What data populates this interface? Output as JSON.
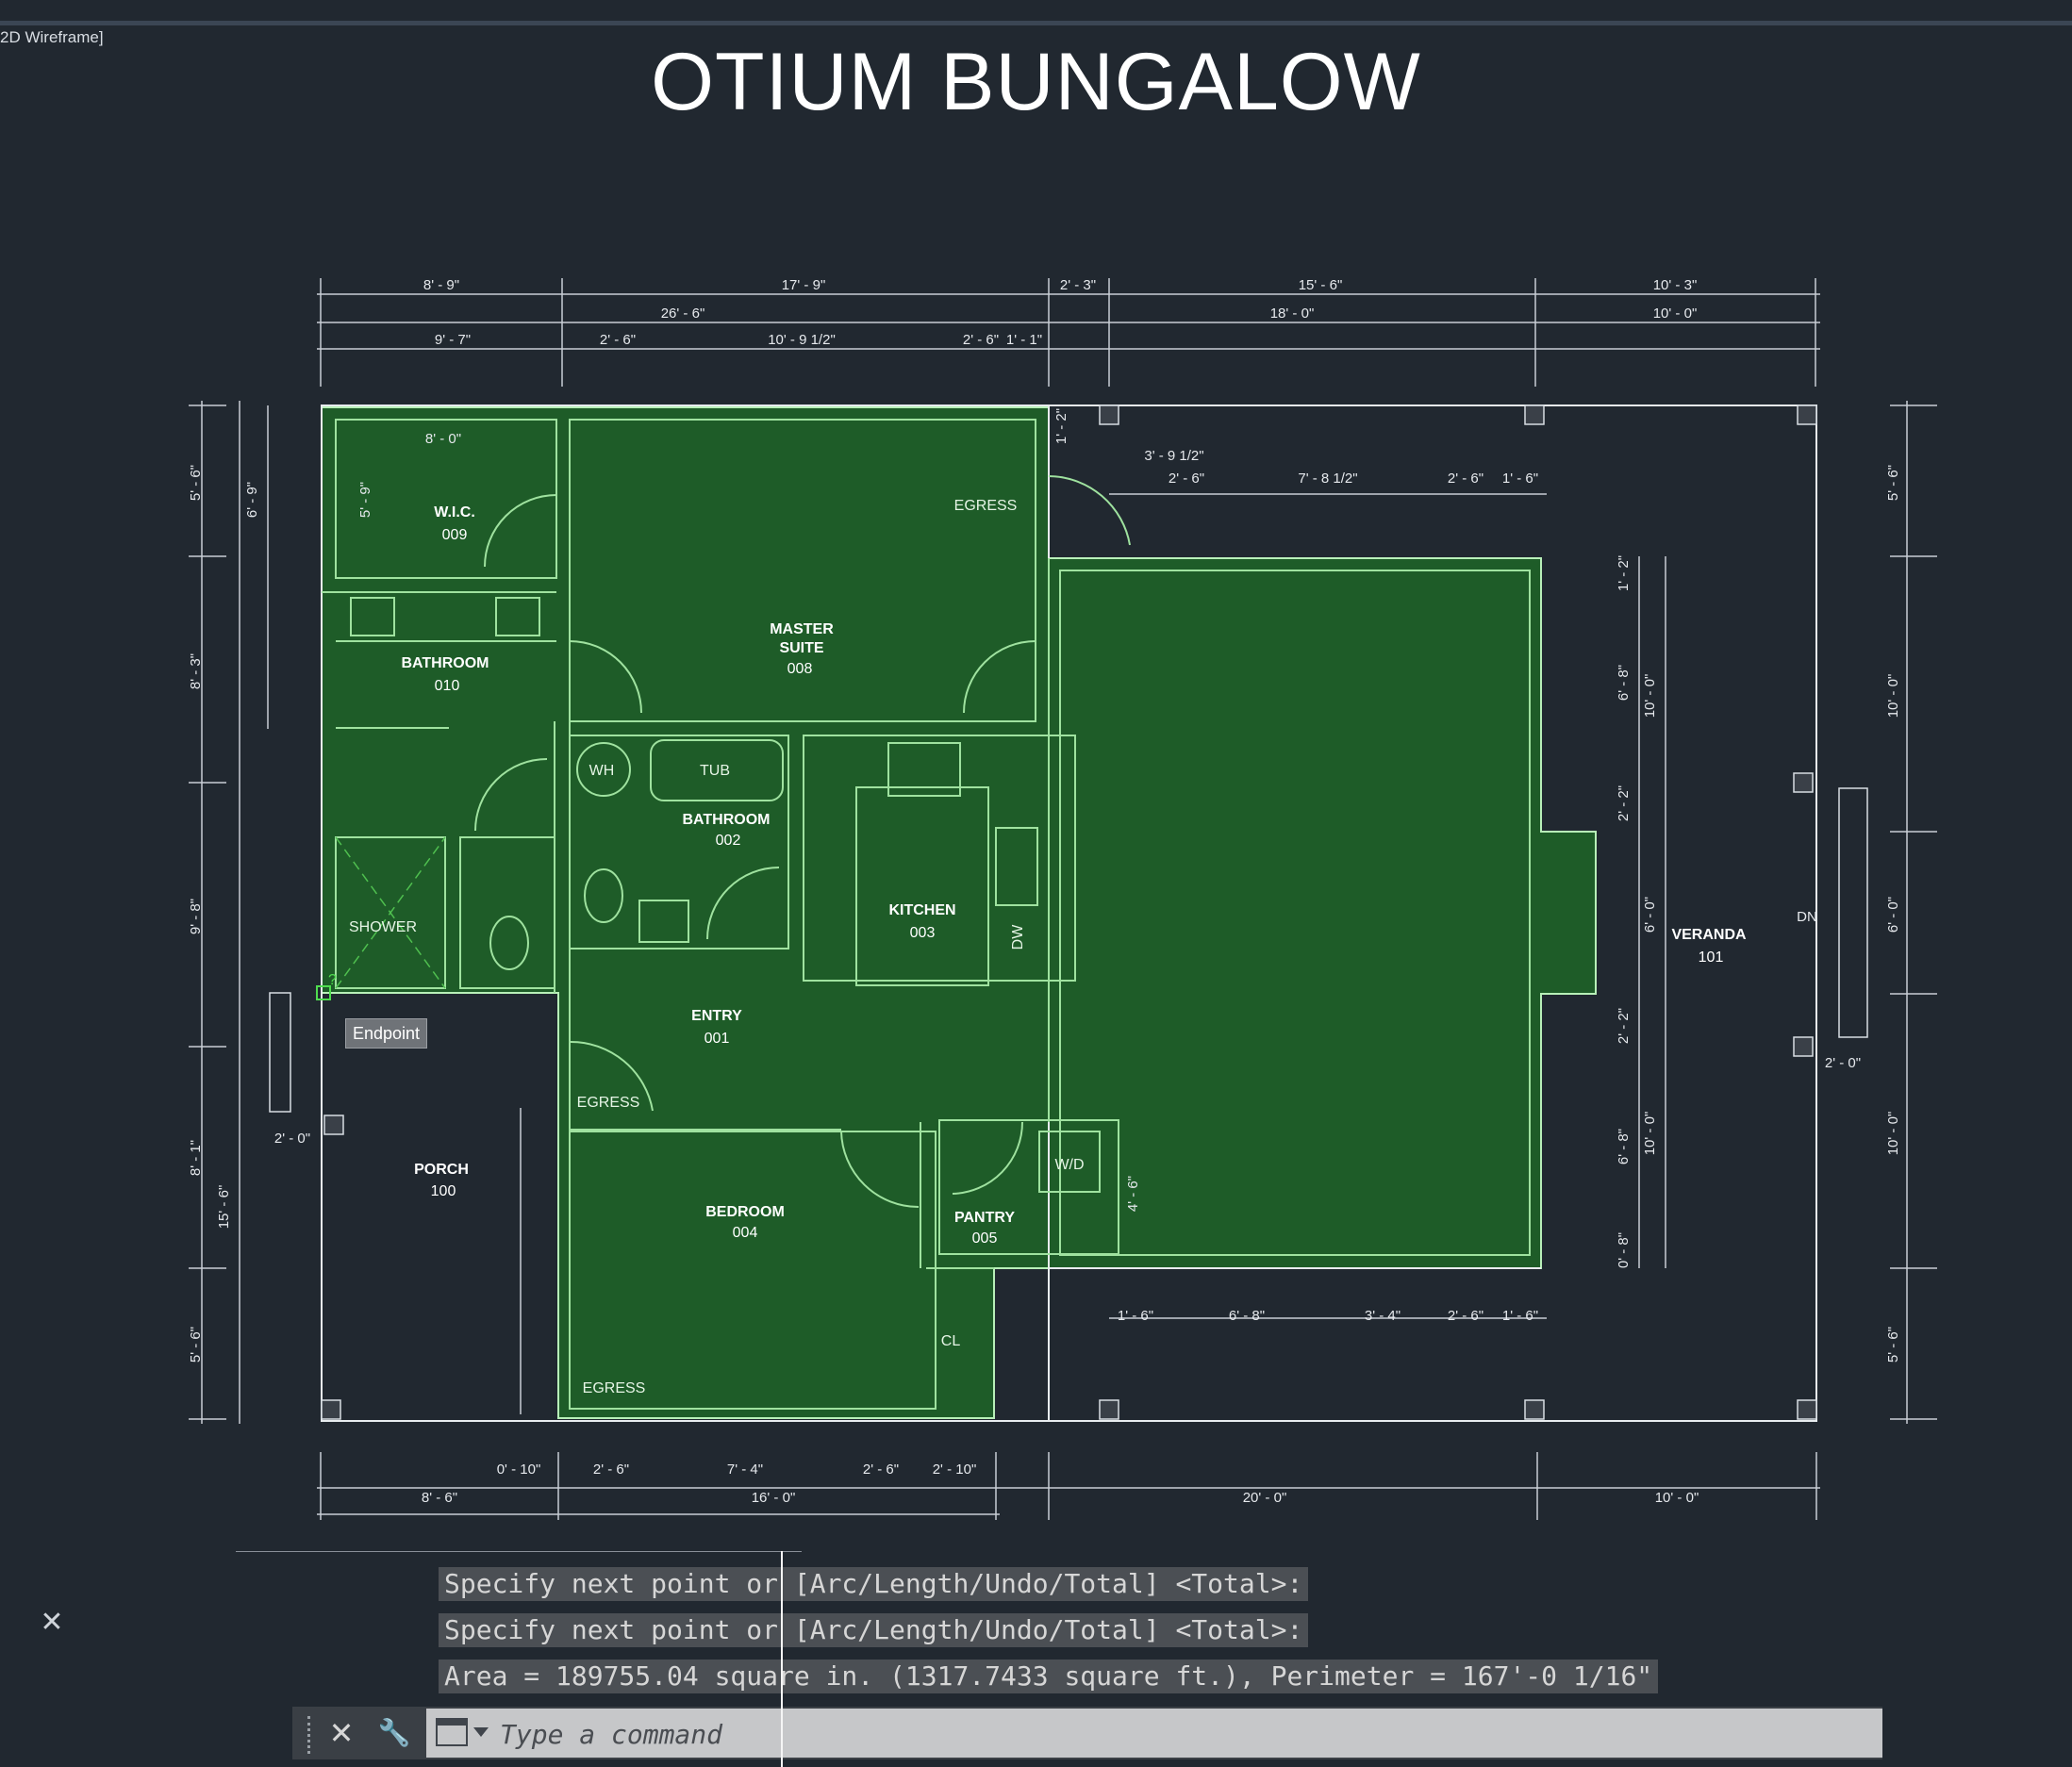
{
  "viewport": {
    "view_label": "2D Wireframe]",
    "title": "OTIUM BUNGALOW"
  },
  "tooltip": {
    "text": "Endpoint",
    "marker": "?"
  },
  "rooms": {
    "wic": {
      "name": "W.I.C.",
      "number": "009"
    },
    "bath010": {
      "name": "BATHROOM",
      "number": "010"
    },
    "master": {
      "name1": "MASTER",
      "name2": "SUITE",
      "number": "008"
    },
    "bath002": {
      "name": "BATHROOM",
      "number": "002"
    },
    "kitchen": {
      "name": "KITCHEN",
      "number": "003"
    },
    "entry": {
      "name": "ENTRY",
      "number": "001"
    },
    "bedroom": {
      "name": "BEDROOM",
      "number": "004"
    },
    "pantry": {
      "name": "PANTRY",
      "number": "005"
    },
    "porch": {
      "name": "PORCH",
      "number": "100"
    },
    "veranda": {
      "name": "VERANDA",
      "number": "101"
    }
  },
  "labels": {
    "shower": "SHOWER",
    "wh": "WH",
    "tub": "TUB",
    "wd": "W/D",
    "dw": "DW",
    "cl": "CL",
    "egress": "EGRESS",
    "dn": "DN"
  },
  "dims": {
    "top1": [
      "8' - 9\"",
      "17' - 9\"",
      "2' - 3\"",
      "15' - 6\"",
      "10' - 3\""
    ],
    "top2": [
      "26' - 6\"",
      "18' - 0\"",
      "10' - 0\""
    ],
    "top3": [
      "9' - 7\"",
      "2' - 6\"",
      "10' - 9 1/2\"",
      "2' - 6\"",
      "1' - 1\""
    ],
    "bot1": [
      "0' - 10\"",
      "2' - 6\"",
      "7' - 4\"",
      "2' - 6\"",
      "2' - 10\""
    ],
    "bot2": [
      "8' - 6\"",
      "16' - 0\"",
      "20' - 0\"",
      "10' - 0\""
    ],
    "veranda_top": [
      "3' - 9 1/2\"",
      "2' - 6\"",
      "7' - 8 1/2\"",
      "2' - 6\"",
      "1' - 6\"",
      "1' - 2\""
    ],
    "veranda_bot": [
      "1' - 6\"",
      "6' - 8\"",
      "3' - 4\"",
      "2' - 6\"",
      "1' - 6\""
    ],
    "left1": [
      "5' - 6\"",
      "8' - 3\"",
      "9' - 8\"",
      "8' - 1\"",
      "5' - 6\""
    ],
    "left2": [
      "6' - 9\"",
      "15' - 6\""
    ],
    "right_inner": [
      "1' - 2\"",
      "6' - 8\"",
      "2' - 2\"",
      "2' - 2\"",
      "6' - 8\"",
      "0' - 8\""
    ],
    "right_mid": [
      "10' - 0\"",
      "6' - 0\"",
      "10' - 0\""
    ],
    "right_outer": [
      "5' - 6\"",
      "10' - 0\"",
      "6' - 0\"",
      "10' - 0\"",
      "5' - 6\""
    ],
    "misc": [
      "8' - 0\"",
      "5' - 9\"",
      "2' - 0\"",
      "2' - 0\"",
      "4' - 6\""
    ]
  },
  "command": {
    "history": [
      "Specify next point or [Arc/Length/Undo/Total] <Total>:",
      "Specify next point or [Arc/Length/Undo/Total] <Total>:",
      "Area = 189755.04 square in. (1317.7433 square ft.), Perimeter = 167'-0 1/16\""
    ],
    "placeholder": "Type a command",
    "close_label": "✕",
    "customize_label": "🔧"
  },
  "colors": {
    "background": "#212830",
    "fill": "#1e5c28",
    "wall": "#8fd48f",
    "line": "#d8dde3"
  }
}
